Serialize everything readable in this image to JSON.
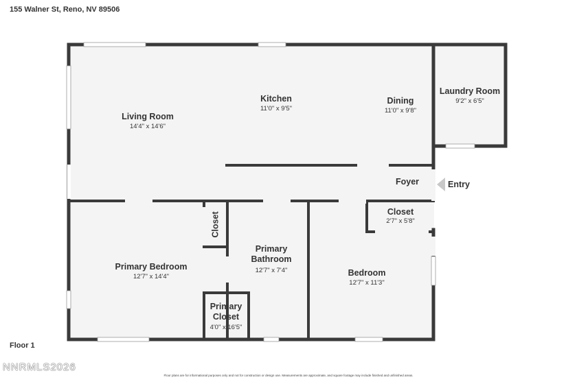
{
  "address": "155 Walner St, Reno, NV 89506",
  "floor_label": "Floor 1",
  "watermark": "NNRMLS2026",
  "disclaimer": "Floor plans are for informational purposes only and not for construction or design use. Measurements are approximate, and square footage may include finished and unfinished areas.",
  "entry_label": "Entry",
  "colors": {
    "wall": "#3a3a3a",
    "floor": "#f4f4f4",
    "window": "#ffffff",
    "arrow": "#c8c8c8"
  },
  "rooms": {
    "living_room": {
      "name": "Living Room",
      "dims": "14'4\" x 14'6\""
    },
    "kitchen": {
      "name": "Kitchen",
      "dims": "11'0\" x 9'5\""
    },
    "dining": {
      "name": "Dining",
      "dims": "11'0\" x 9'8\""
    },
    "laundry_room": {
      "name": "Laundry Room",
      "dims": "9'2\" x 6'5\""
    },
    "foyer": {
      "name": "Foyer"
    },
    "closet_hall": {
      "name": "Closet",
      "dims": "2'7\" x 5'8\""
    },
    "closet_small": {
      "name": "Closet"
    },
    "primary_bedroom": {
      "name": "Primary Bedroom",
      "dims": "12'7\" x 14'4\""
    },
    "primary_bathroom": {
      "name": "Primary\nBathroom",
      "dims": "12'7\" x 7'4\""
    },
    "primary_closet": {
      "name": "Primary\nCloset",
      "dims": "4'0\" x 16'5\""
    },
    "bedroom": {
      "name": "Bedroom",
      "dims": "12'7\" x 11'3\""
    }
  }
}
